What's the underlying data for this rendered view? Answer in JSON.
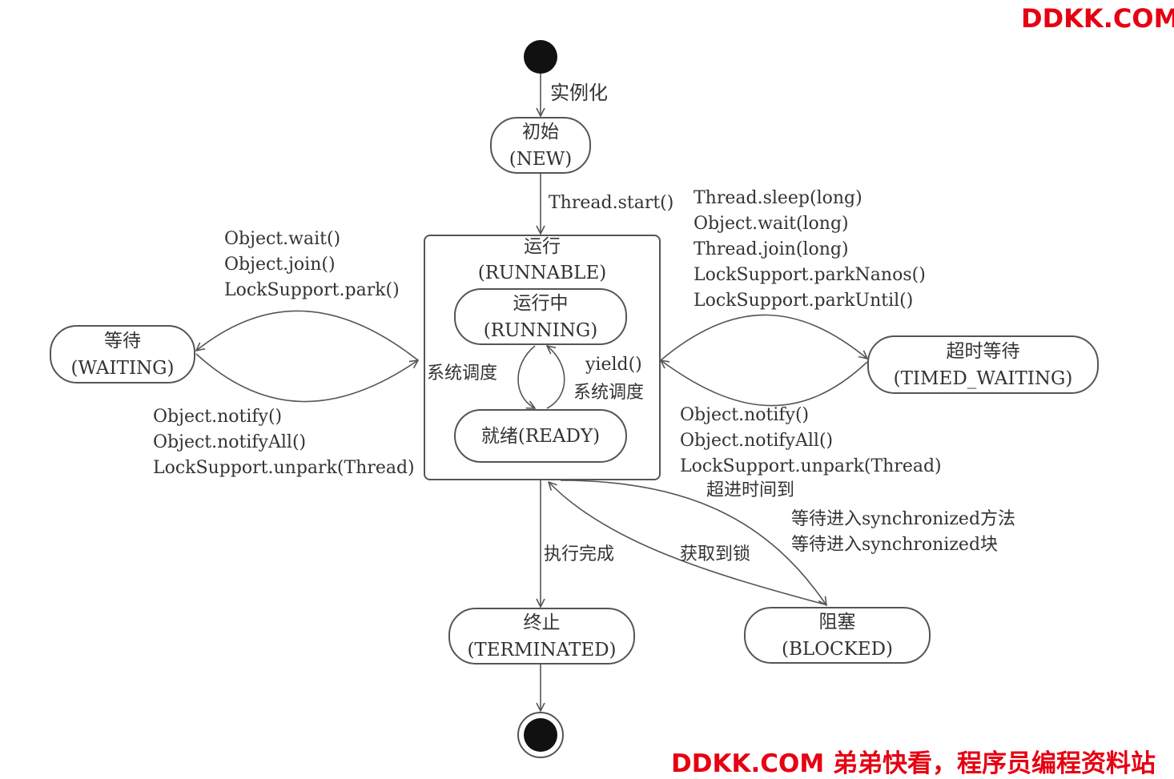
{
  "watermark_top": "DDKK.COM",
  "watermark_bottom": "DDKK.COM 弟弟快看，程序员编程资料站",
  "colors": {
    "brand": "#e60012",
    "line": "#555555",
    "text": "#333333"
  },
  "states": {
    "new": {
      "cn": "初始",
      "en": "(NEW)"
    },
    "runnable": {
      "cn": "运行",
      "en": "(RUNNABLE)"
    },
    "running": {
      "cn": "运行中",
      "en": "(RUNNING)"
    },
    "ready": {
      "label": "就绪(READY)"
    },
    "waiting": {
      "cn": "等待",
      "en": "(WAITING)"
    },
    "timed_waiting": {
      "cn": "超时等待",
      "en": "(TIMED_WAITING)"
    },
    "terminated": {
      "cn": "终止",
      "en": "(TERMINATED)"
    },
    "blocked": {
      "cn": "阻塞",
      "en": "(BLOCKED)"
    }
  },
  "transitions": {
    "instantiate": "实例化",
    "start": "Thread.start()",
    "to_waiting": [
      "Object.wait()",
      "Object.join()",
      "LockSupport.park()"
    ],
    "from_waiting": [
      "Object.notify()",
      "Object.notifyAll()",
      "LockSupport.unpark(Thread)"
    ],
    "to_timed": [
      "Thread.sleep(long)",
      "Object.wait(long)",
      "Thread.join(long)",
      "LockSupport.parkNanos()",
      "LockSupport.parkUntil()"
    ],
    "from_timed": [
      "Object.notify()",
      "Object.notifyAll()",
      "LockSupport.unpark(Thread)"
    ],
    "timeout": "超进时间到",
    "schedule_left": "系统调度",
    "schedule_right": [
      "yield()",
      "系统调度"
    ],
    "complete": "执行完成",
    "acquire_lock": "获取到锁",
    "wait_sync": [
      "等待进入synchronized方法",
      "等待进入synchronized块"
    ]
  }
}
